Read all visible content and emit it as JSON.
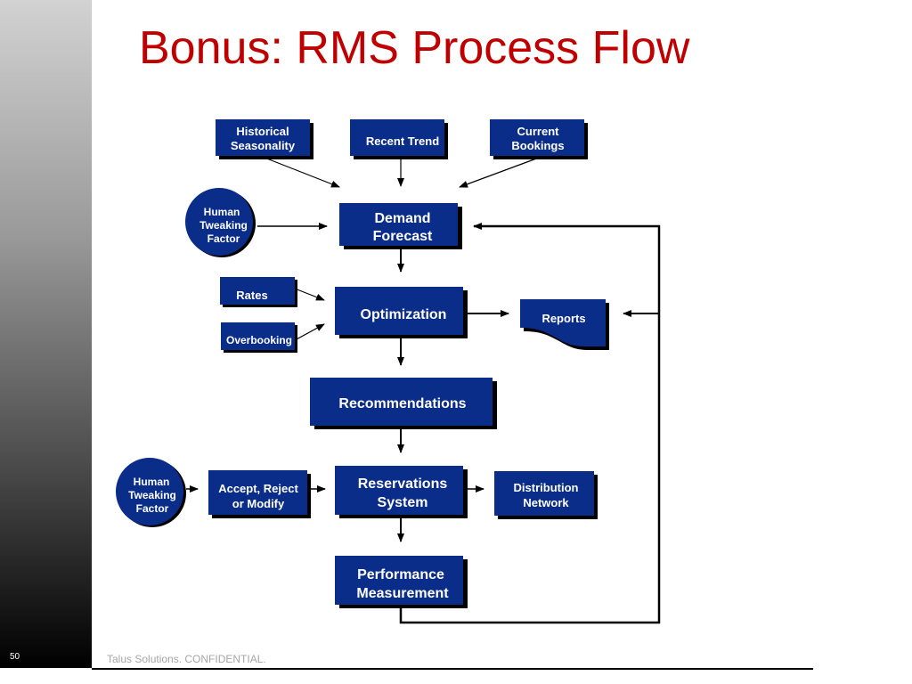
{
  "slide": {
    "title": "Bonus:  RMS Process Flow",
    "page_number": "50",
    "footer": "Talus Solutions. CONFIDENTIAL."
  },
  "colors": {
    "title": "#c00000",
    "box_fill": "#0b2d8a",
    "box_shadow": "#000000",
    "box_text": "#ffffff",
    "arrow": "#000000"
  },
  "diagram": {
    "historical_seasonality": [
      "Historical",
      "Seasonality"
    ],
    "recent_trend": [
      "Recent Trend"
    ],
    "current_bookings": [
      "Current",
      "Bookings"
    ],
    "human_tweaking_1": [
      "Human",
      "Tweaking",
      "Factor"
    ],
    "demand_forecast": [
      "Demand",
      "Forecast"
    ],
    "rates": [
      "Rates"
    ],
    "overbooking": [
      "Overbooking"
    ],
    "optimization": [
      "Optimization"
    ],
    "reports": [
      "Reports"
    ],
    "recommendations": [
      "Recommendations"
    ],
    "human_tweaking_2": [
      "Human",
      "Tweaking",
      "Factor"
    ],
    "accept_reject": [
      "Accept, Reject",
      "or Modify"
    ],
    "reservations_system": [
      "Reservations",
      "System"
    ],
    "distribution_network": [
      "Distribution",
      "Network"
    ],
    "performance_measurement": [
      "Performance",
      "Measurement"
    ]
  }
}
